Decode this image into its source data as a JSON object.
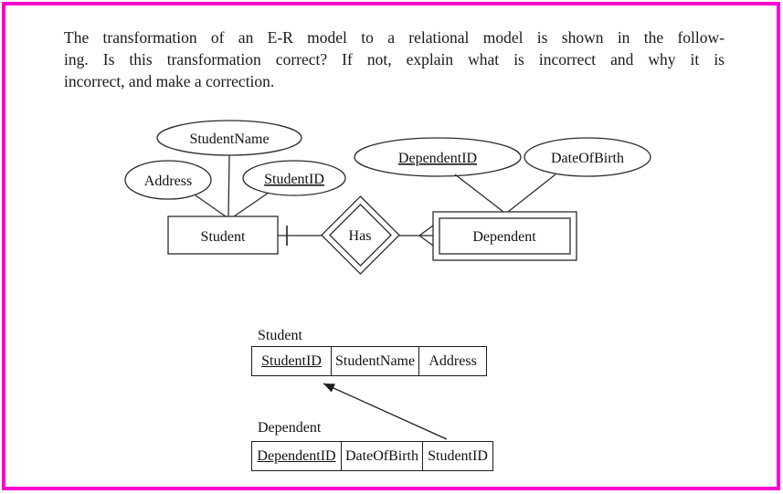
{
  "frame": {
    "border_color": "#ff00d2"
  },
  "question": {
    "lines": [
      "The transformation of an E-R model to a relational model is shown in the follow-",
      "ing. Is this transformation correct? If not, explain what is incorrect and why it is",
      "incorrect, and make a correction."
    ]
  },
  "er_diagram": {
    "attributes": [
      {
        "label": "StudentName",
        "key": false,
        "attached_to": "Student"
      },
      {
        "label": "Address",
        "key": false,
        "attached_to": "Student"
      },
      {
        "label": "StudentID",
        "key": true,
        "attached_to": "Student"
      },
      {
        "label": "DependentID",
        "key": true,
        "attached_to": "Dependent"
      },
      {
        "label": "DateOfBirth",
        "key": false,
        "attached_to": "Dependent"
      }
    ],
    "entities": [
      {
        "label": "Student",
        "type": "strong"
      },
      {
        "label": "Dependent",
        "type": "weak-double-rectangle"
      }
    ],
    "relationship": {
      "label": "Has",
      "type": "identifying-double-diamond",
      "student_side_notation": "one-bar",
      "dependent_side_notation": "crow-foot-many"
    }
  },
  "relational_model": {
    "student": {
      "title": "Student",
      "columns": [
        {
          "name": "StudentID",
          "key": true
        },
        {
          "name": "StudentName",
          "key": false
        },
        {
          "name": "Address",
          "key": false
        }
      ]
    },
    "dependent": {
      "title": "Dependent",
      "columns": [
        {
          "name": "DependentID",
          "key": true
        },
        {
          "name": "DateOfBirth",
          "key": false
        },
        {
          "name": "StudentID",
          "key": false
        }
      ]
    },
    "foreign_key_arrow": {
      "from": "Dependent.StudentID",
      "to": "Student.StudentID"
    }
  }
}
